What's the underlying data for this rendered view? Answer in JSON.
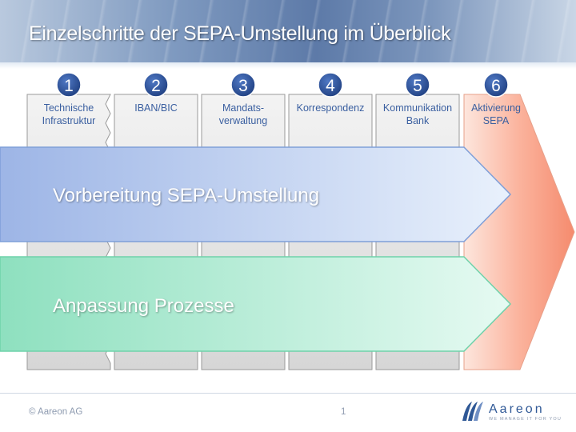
{
  "title": "Einzelschritte der SEPA-Umstellung im Überblick",
  "steps": [
    {
      "number": "1",
      "label": "Technische\nInfrastruktur"
    },
    {
      "number": "2",
      "label": "IBAN/BIC"
    },
    {
      "number": "3",
      "label": "Mandats-\nverwaltung"
    },
    {
      "number": "4",
      "label": "Korrespondenz"
    },
    {
      "number": "5",
      "label": "Kommunikation\nBank"
    },
    {
      "number": "6",
      "label": "Aktivierung\nSEPA"
    }
  ],
  "bars": {
    "top": "Vorbereitung SEPA-Umstellung",
    "bottom": "Anpassung Prozesse"
  },
  "footer": {
    "copyright": "© Aareon AG",
    "page": "1",
    "logo_text": "Aareon",
    "logo_tagline": "WE MANAGE IT FOR YOU"
  },
  "colors": {
    "number_circle": "#2f5496",
    "step_label": "#3a5fa0",
    "top_bar": "#9fb9e8",
    "bottom_bar": "#8fe2c1",
    "final_chevron": "#f79a80"
  }
}
